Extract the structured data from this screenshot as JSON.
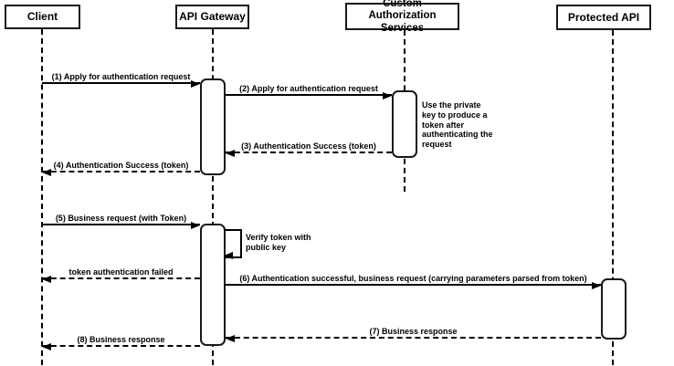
{
  "diagram": {
    "type": "sequence-diagram",
    "actors": [
      {
        "label": "Client"
      },
      {
        "label": "API Gateway"
      },
      {
        "label": "Custom Authorization Services"
      },
      {
        "label": "Protected API"
      }
    ],
    "messages": [
      {
        "label": "(1) Apply for authentication request",
        "from": "Client",
        "to": "API Gateway",
        "style": "solid"
      },
      {
        "label": "(2) Apply for authentication request",
        "from": "API Gateway",
        "to": "Custom Authorization Services",
        "style": "solid"
      },
      {
        "label": "(3) Authentication Success (token)",
        "from": "Custom Authorization Services",
        "to": "API Gateway",
        "style": "dashed"
      },
      {
        "label": "(4) Authentication Success (token)",
        "from": "API Gateway",
        "to": "Client",
        "style": "dashed"
      },
      {
        "label": "(5) Business request (with Token)",
        "from": "Client",
        "to": "API Gateway",
        "style": "solid"
      },
      {
        "label": "Verify token with public key",
        "from": "API Gateway",
        "to": "API Gateway",
        "style": "self"
      },
      {
        "label": "token authentication failed",
        "from": "API Gateway",
        "to": "Client",
        "style": "dashed"
      },
      {
        "label": "(6) Authentication successful, business request (carrying parameters parsed from token)",
        "from": "API Gateway",
        "to": "Protected API",
        "style": "solid"
      },
      {
        "label": "(7) Business response",
        "from": "Protected API",
        "to": "API Gateway",
        "style": "dashed"
      },
      {
        "label": "(8) Business response",
        "from": "API Gateway",
        "to": "Client",
        "style": "dashed"
      }
    ],
    "notes": [
      {
        "label": "Use the private key to produce a token after authenticating the request",
        "attached_to": "Custom Authorization Services"
      }
    ],
    "colors": {
      "line": "#000000",
      "actor_border": "#1a1a1a",
      "fill": "#ffffff",
      "background": "#ffffff"
    }
  }
}
